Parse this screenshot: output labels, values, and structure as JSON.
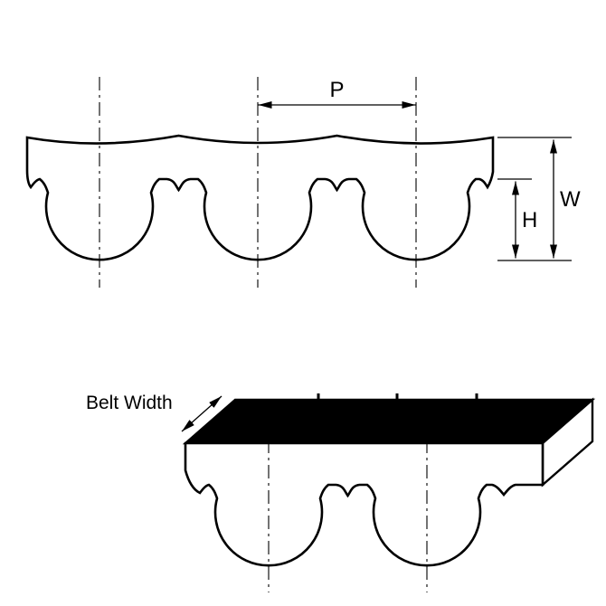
{
  "diagram": {
    "labels": {
      "pitch": "P",
      "belt_thickness": "W",
      "tooth_height": "H",
      "belt_width": "Belt Width"
    },
    "colors": {
      "line": "#000000",
      "background": "#ffffff",
      "top_face": "#000000"
    }
  }
}
